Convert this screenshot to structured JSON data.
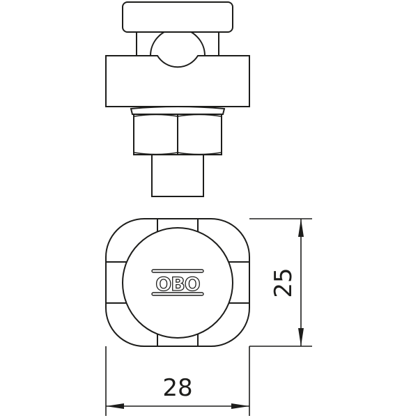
{
  "drawing": {
    "type": "technical-product-drawing",
    "line_color": "#1d1d1b",
    "background": "#ffffff",
    "views": [
      {
        "name": "side-view",
        "parts": [
          "top-cap",
          "ball-joint",
          "clamp-block",
          "washer",
          "hex-nut",
          "threaded-stem"
        ]
      },
      {
        "name": "top-view",
        "parts": [
          "rounded-square-body",
          "round-cap",
          "obo-logo"
        ]
      }
    ],
    "logo": {
      "text": "OBO"
    },
    "dimensions": {
      "height": {
        "value": "25",
        "orientation": "vertical"
      },
      "width": {
        "value": "28",
        "orientation": "horizontal"
      }
    }
  }
}
